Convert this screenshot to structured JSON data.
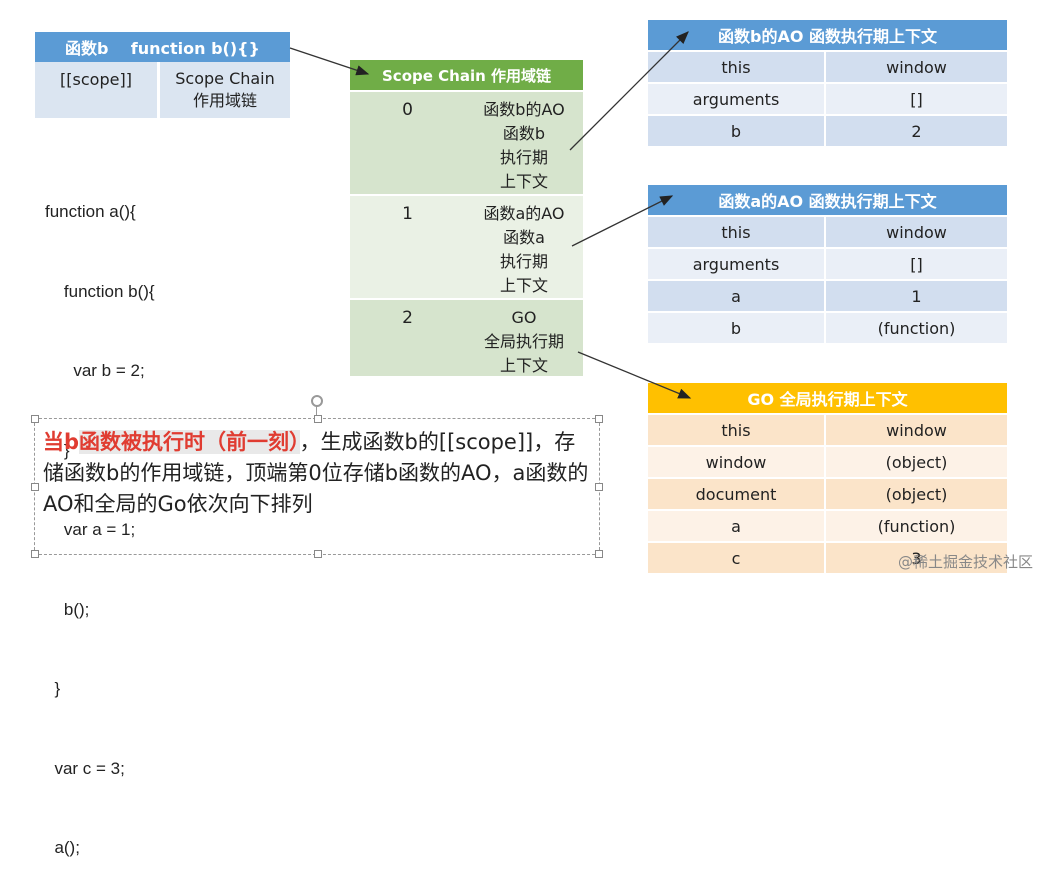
{
  "function_b": {
    "header": "函数b    function b(){}",
    "col1": "[[scope]]",
    "col2_line1": "Scope Chain",
    "col2_line2": "作用域链"
  },
  "code": {
    "lines": [
      "function a(){",
      "    function b(){",
      "      var b = 2;",
      "    }",
      "    var a = 1;",
      "    b();",
      "  }",
      "  var c = 3;",
      "  a();"
    ]
  },
  "scope_chain": {
    "header": "Scope Chain 作用域链",
    "rows": [
      {
        "index": "0",
        "lines": [
          "函数b的AO",
          "函数b",
          "执行期",
          "上下文"
        ]
      },
      {
        "index": "1",
        "lines": [
          "函数a的AO",
          "函数a",
          "执行期",
          "上下文"
        ]
      },
      {
        "index": "2",
        "lines": [
          "GO",
          "全局执行期",
          "上下文"
        ]
      }
    ]
  },
  "ao_b": {
    "header": "函数b的AO 函数执行期上下文",
    "rows": [
      {
        "k": "this",
        "v": "window"
      },
      {
        "k": "arguments",
        "v": "[]"
      },
      {
        "k": "b",
        "v": "2"
      }
    ]
  },
  "ao_a": {
    "header": "函数a的AO 函数执行期上下文",
    "rows": [
      {
        "k": "this",
        "v": "window"
      },
      {
        "k": "arguments",
        "v": "[]"
      },
      {
        "k": "a",
        "v": "1"
      },
      {
        "k": "b",
        "v": "(function)"
      }
    ]
  },
  "go": {
    "header": "GO 全局执行期上下文",
    "rows": [
      {
        "k": "this",
        "v": "window"
      },
      {
        "k": "window",
        "v": "(object)"
      },
      {
        "k": "document",
        "v": "(object)"
      },
      {
        "k": "a",
        "v": "(function)"
      },
      {
        "k": "c",
        "v": "3"
      }
    ]
  },
  "note": {
    "highlight_a": "当b",
    "highlight_b": "函数被执行时（前一刻）",
    "rest": "，生成函数b的[[scope]]，存储函数b的作用域链，顶端第0位存储b函数的AO，a函数的AO和全局的Go依次向下排列"
  },
  "watermark": "@稀土掘金技术社区",
  "colors": {
    "blue_header": "#5b9bd5",
    "green_header": "#70ad47",
    "orange_header": "#ffc000",
    "highlight_red": "#e03c31"
  }
}
